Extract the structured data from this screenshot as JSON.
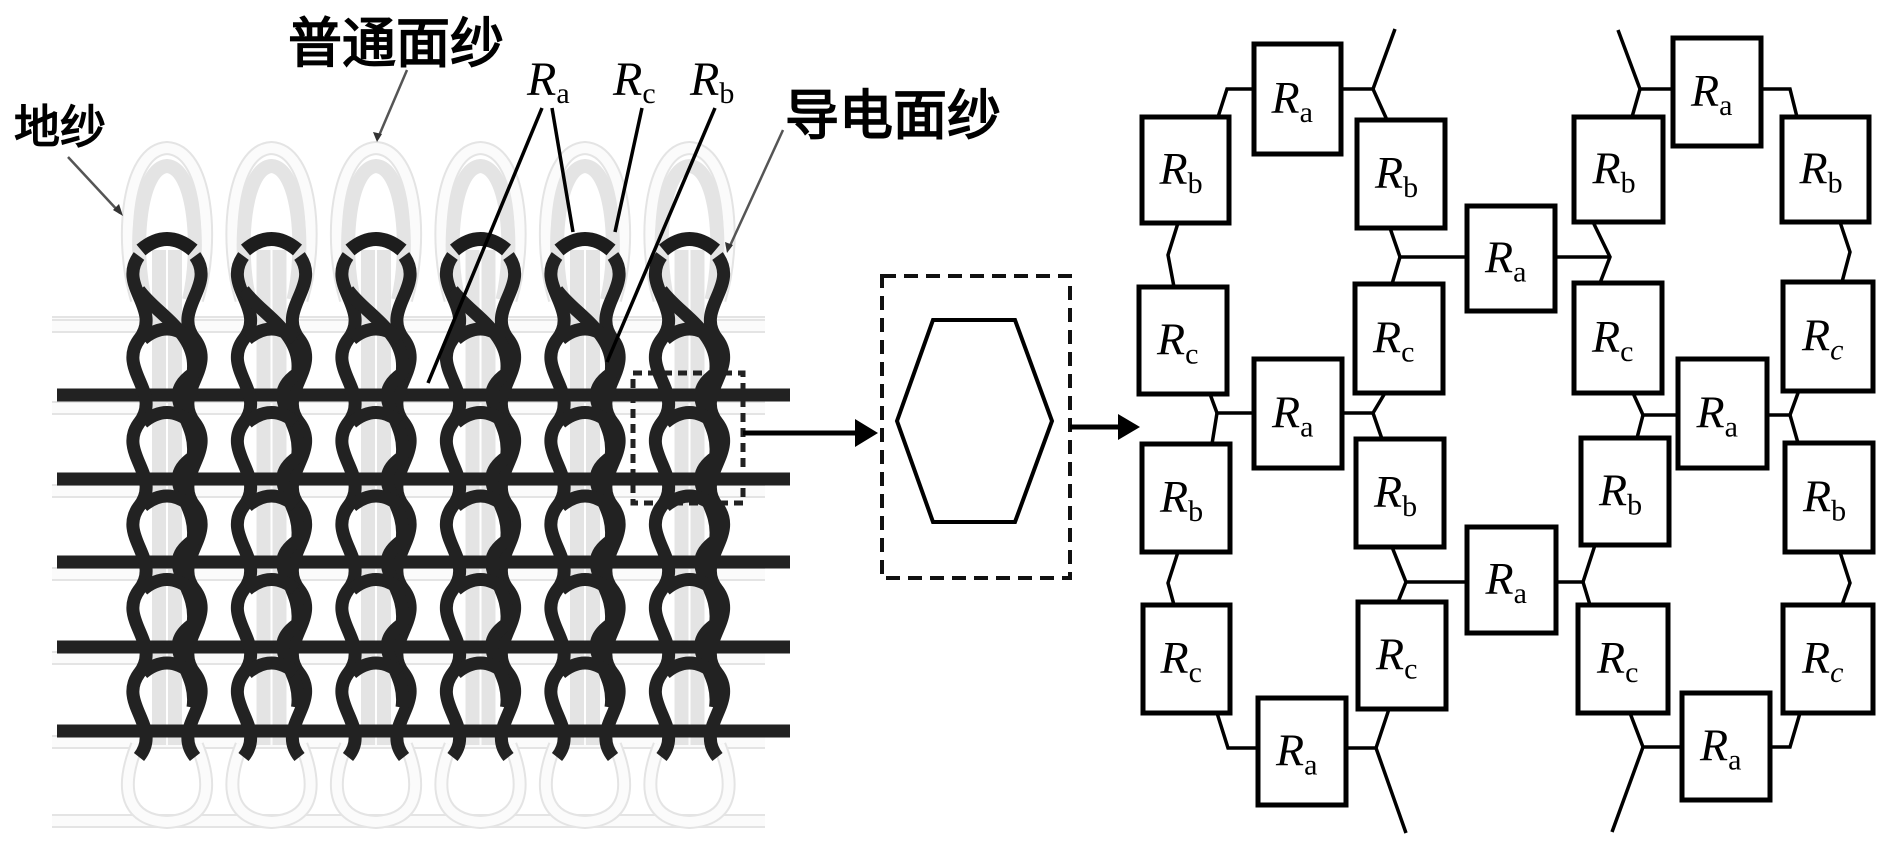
{
  "figure": {
    "type": "knitted-fabric-to-resistor-network diagram",
    "labels": {
      "ground_yarn": "地纱",
      "ordinary_face_yarn": "普通面纱",
      "conductive_face_yarn": "导电面纱"
    },
    "resistor_callouts": [
      {
        "main": "R",
        "sub": "a"
      },
      {
        "main": "R",
        "sub": "c"
      },
      {
        "main": "R",
        "sub": "b"
      }
    ],
    "unit_cell_shape": "hexagon",
    "flow": [
      "knitted fabric",
      "selected unit cell",
      "hexagon",
      "resistor network"
    ],
    "fabric": {
      "wales": 6,
      "conductive_courses": 5,
      "colors": {
        "conductive_yarn": "#222222",
        "ordinary_yarn": "#e4e4e4"
      }
    },
    "network": {
      "resistors": [
        {
          "id": "ra-top-left",
          "main": "R",
          "sub": "a"
        },
        {
          "id": "ra-top-right",
          "main": "R",
          "sub": "a"
        },
        {
          "id": "rb-c1-top",
          "main": "R",
          "sub": "b"
        },
        {
          "id": "rb-c2-top",
          "main": "R",
          "sub": "b"
        },
        {
          "id": "rb-c3-top",
          "main": "R",
          "sub": "b"
        },
        {
          "id": "rb-c4-top",
          "main": "R",
          "sub": "b"
        },
        {
          "id": "ra-center-upper",
          "main": "R",
          "sub": "a"
        },
        {
          "id": "rc-c1-mid",
          "main": "R",
          "sub": "c"
        },
        {
          "id": "rc-c2-mid",
          "main": "R",
          "sub": "c"
        },
        {
          "id": "rc-c3-mid",
          "main": "R",
          "sub": "c"
        },
        {
          "id": "rc-c4-mid",
          "main": "R",
          "sub": "c",
          "sub_italic": true
        },
        {
          "id": "ra-mid-left",
          "main": "R",
          "sub": "a"
        },
        {
          "id": "ra-mid-right",
          "main": "R",
          "sub": "a"
        },
        {
          "id": "rb-c1-low",
          "main": "R",
          "sub": "b"
        },
        {
          "id": "rb-c2-low",
          "main": "R",
          "sub": "b"
        },
        {
          "id": "rb-c3-low",
          "main": "R",
          "sub": "b"
        },
        {
          "id": "rb-c4-low",
          "main": "R",
          "sub": "b"
        },
        {
          "id": "ra-center-lower",
          "main": "R",
          "sub": "a"
        },
        {
          "id": "rc-c1-low",
          "main": "R",
          "sub": "c"
        },
        {
          "id": "rc-c2-low",
          "main": "R",
          "sub": "c"
        },
        {
          "id": "rc-c3-low",
          "main": "R",
          "sub": "c"
        },
        {
          "id": "rc-c4-low",
          "main": "R",
          "sub": "c",
          "sub_italic": true
        },
        {
          "id": "ra-bottom-left",
          "main": "R",
          "sub": "a"
        },
        {
          "id": "ra-bottom-right",
          "main": "R",
          "sub": "a"
        }
      ]
    }
  }
}
